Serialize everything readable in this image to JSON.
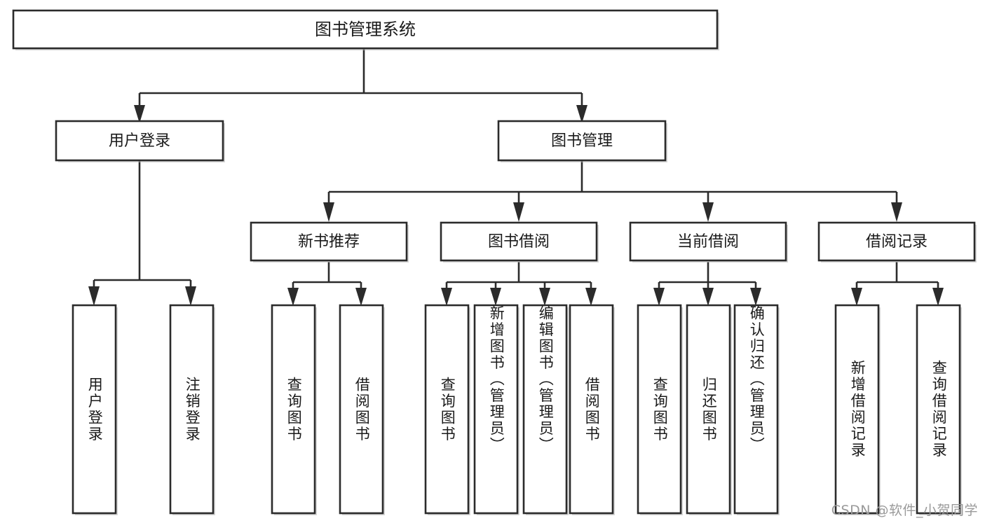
{
  "diagram": {
    "type": "tree-hierarchy",
    "orientation": "top-down",
    "title": "图书管理系统",
    "watermark": "CSDN @软件_小贺同学",
    "colors": {
      "box_fill": "#ffffff",
      "box_stroke": "#2b2b2b",
      "connector": "#2b2b2b",
      "text": "#1a1a1a",
      "watermark": "#9a9a9a",
      "background": "#ffffff"
    },
    "levels": {
      "root": "图书管理系统",
      "level2_labels": [
        "用户登录",
        "图书管理"
      ],
      "level3_labels": [
        "新书推荐",
        "图书借阅",
        "当前借阅",
        "借阅记录"
      ],
      "leaf_labels": [
        "用户登录",
        "注销登录",
        "查询图书",
        "借阅图书",
        "查询图书",
        "新增图书（管理员）",
        "编辑图书（管理员）",
        "借阅图书",
        "查询图书",
        "归还图书",
        "确认归还（管理员）",
        "新增借阅记录",
        "查询借阅记录"
      ]
    },
    "nodes": {
      "root": {
        "id": "root",
        "label": "图书管理系统",
        "orientation": "horizontal"
      },
      "user_login": {
        "id": "user_login",
        "label": "用户登录",
        "orientation": "horizontal"
      },
      "book_manage": {
        "id": "book_manage",
        "label": "图书管理",
        "orientation": "horizontal"
      },
      "new_book_rec": {
        "id": "new_book_rec",
        "label": "新书推荐",
        "orientation": "horizontal"
      },
      "book_borrow": {
        "id": "book_borrow",
        "label": "图书借阅",
        "orientation": "horizontal"
      },
      "current_borrow": {
        "id": "current_borrow",
        "label": "当前借阅",
        "orientation": "horizontal"
      },
      "borrow_record": {
        "id": "borrow_record",
        "label": "借阅记录",
        "orientation": "horizontal"
      },
      "leaf_user_login": {
        "id": "leaf_user_login",
        "label": "用户登录",
        "orientation": "vertical"
      },
      "leaf_logout": {
        "id": "leaf_logout",
        "label": "注销登录",
        "orientation": "vertical"
      },
      "leaf_query_book_1": {
        "id": "leaf_query_book_1",
        "label": "查询图书",
        "orientation": "vertical"
      },
      "leaf_borrow_book_1": {
        "id": "leaf_borrow_book_1",
        "label": "借阅图书",
        "orientation": "vertical"
      },
      "leaf_query_book_2": {
        "id": "leaf_query_book_2",
        "label": "查询图书",
        "orientation": "vertical"
      },
      "leaf_add_book": {
        "id": "leaf_add_book",
        "label": "新增图书（管理员）",
        "orientation": "vertical"
      },
      "leaf_edit_book": {
        "id": "leaf_edit_book",
        "label": "编辑图书（管理员）",
        "orientation": "vertical"
      },
      "leaf_borrow_book_2": {
        "id": "leaf_borrow_book_2",
        "label": "借阅图书",
        "orientation": "vertical"
      },
      "leaf_query_book_3": {
        "id": "leaf_query_book_3",
        "label": "查询图书",
        "orientation": "vertical"
      },
      "leaf_return_book": {
        "id": "leaf_return_book",
        "label": "归还图书",
        "orientation": "vertical"
      },
      "leaf_confirm_return": {
        "id": "leaf_confirm_return",
        "label": "确认归还（管理员）",
        "orientation": "vertical"
      },
      "leaf_add_record": {
        "id": "leaf_add_record",
        "label": "新增借阅记录",
        "orientation": "vertical"
      },
      "leaf_query_record": {
        "id": "leaf_query_record",
        "label": "查询借阅记录",
        "orientation": "vertical"
      }
    },
    "edges": [
      {
        "from": "root",
        "to": "user_login"
      },
      {
        "from": "root",
        "to": "book_manage"
      },
      {
        "from": "book_manage",
        "to": "new_book_rec"
      },
      {
        "from": "book_manage",
        "to": "book_borrow"
      },
      {
        "from": "book_manage",
        "to": "current_borrow"
      },
      {
        "from": "book_manage",
        "to": "borrow_record"
      },
      {
        "from": "user_login",
        "to": "leaf_user_login"
      },
      {
        "from": "user_login",
        "to": "leaf_logout"
      },
      {
        "from": "new_book_rec",
        "to": "leaf_query_book_1"
      },
      {
        "from": "new_book_rec",
        "to": "leaf_borrow_book_1"
      },
      {
        "from": "book_borrow",
        "to": "leaf_query_book_2"
      },
      {
        "from": "book_borrow",
        "to": "leaf_add_book"
      },
      {
        "from": "book_borrow",
        "to": "leaf_edit_book"
      },
      {
        "from": "book_borrow",
        "to": "leaf_borrow_book_2"
      },
      {
        "from": "current_borrow",
        "to": "leaf_query_book_3"
      },
      {
        "from": "current_borrow",
        "to": "leaf_return_book"
      },
      {
        "from": "current_borrow",
        "to": "leaf_confirm_return"
      },
      {
        "from": "borrow_record",
        "to": "leaf_add_record"
      },
      {
        "from": "borrow_record",
        "to": "leaf_query_record"
      }
    ]
  }
}
